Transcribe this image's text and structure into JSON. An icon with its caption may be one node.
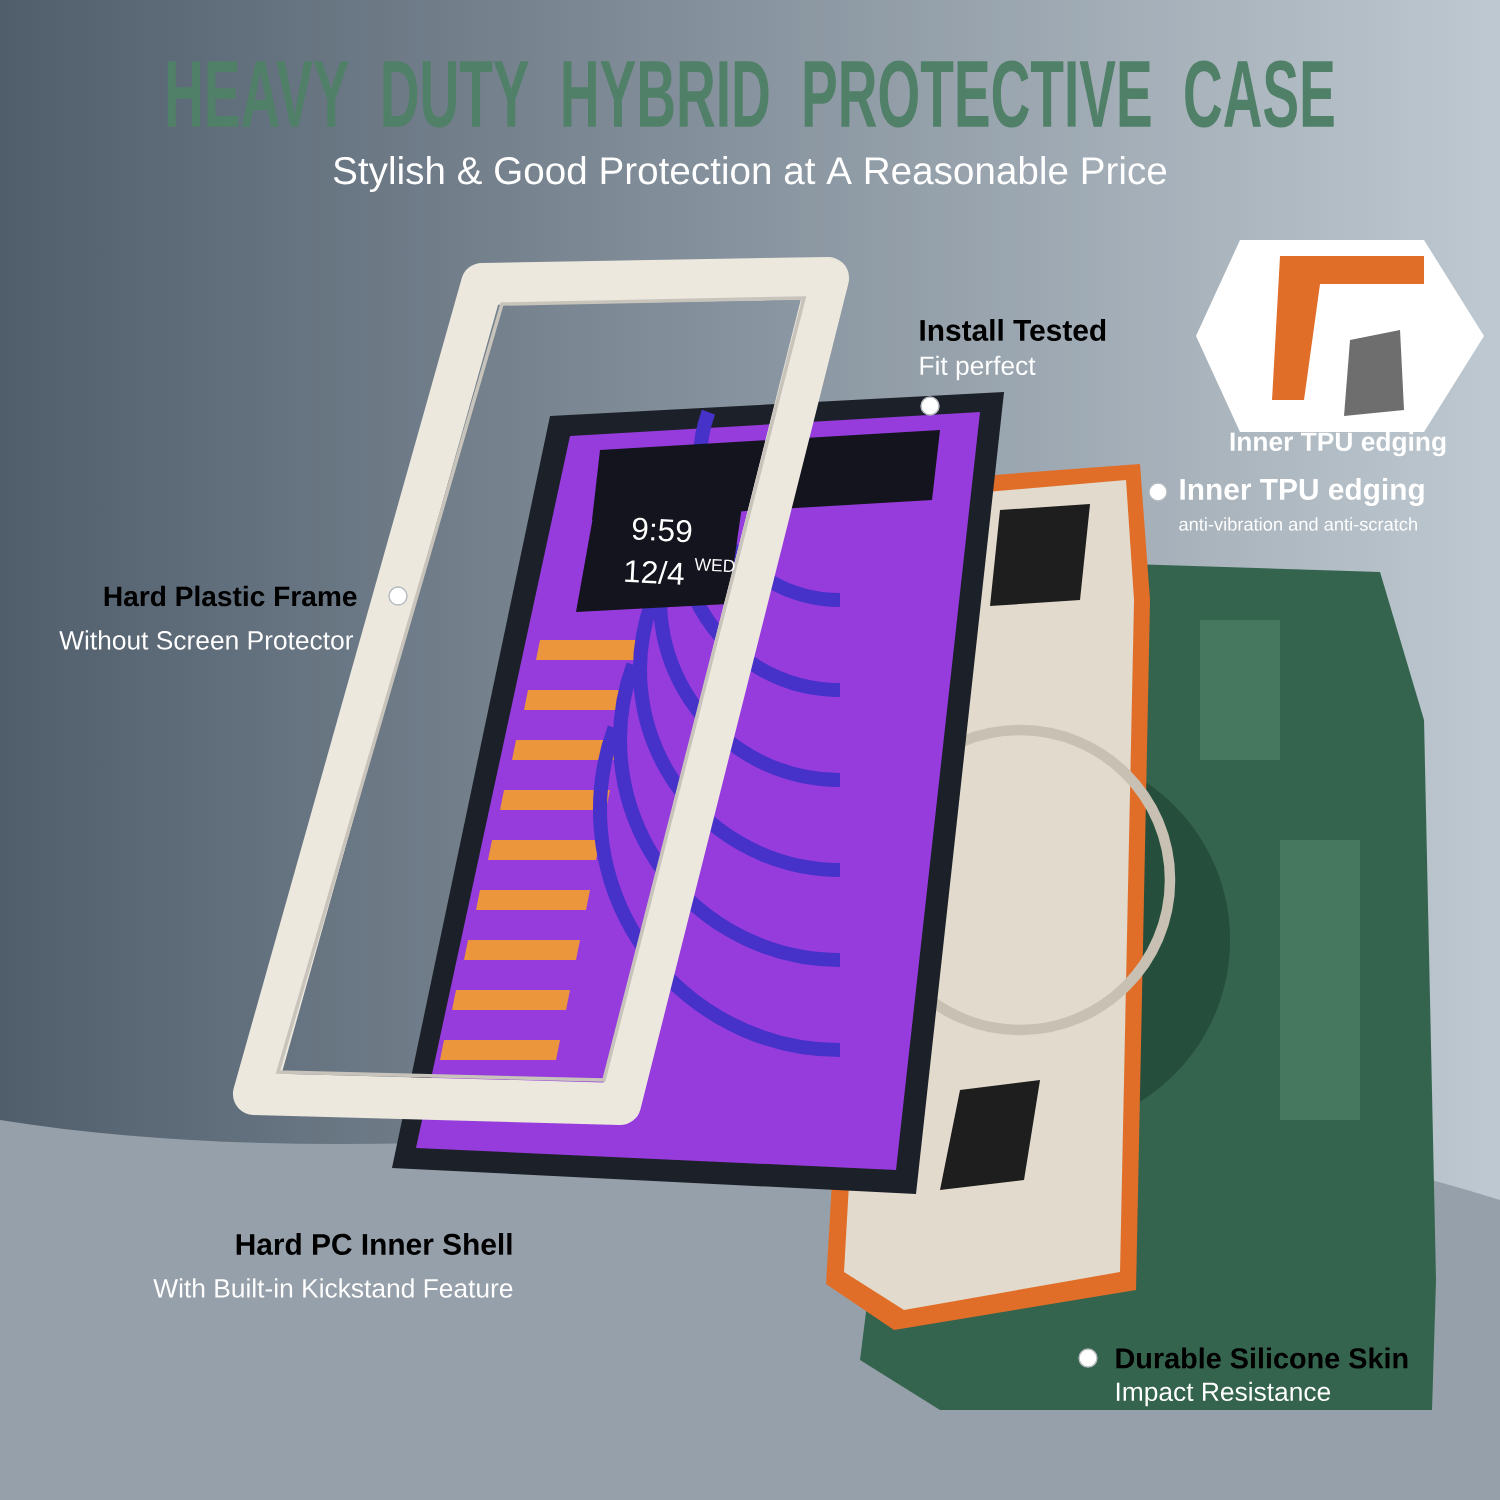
{
  "diagram": {
    "title": "HEAVY DUTY HYBRID PROTECTIVE CASE",
    "labels": [
      "Stylish & Good Protection at A Reasonable Price",
      "Install Tested",
      "Fit perfect",
      "Inner TPU edging",
      "Inner TPU edging",
      "anti-vibration and anti-scratch",
      "Hard Plastic Frame",
      "Without Screen Protector",
      "9:59",
      "12/4",
      "WED",
      "Hard  PC Inner Shell",
      "With Built-in Kickstand Feature",
      "Durable Silicone Skin",
      "Impact Resistance"
    ]
  }
}
